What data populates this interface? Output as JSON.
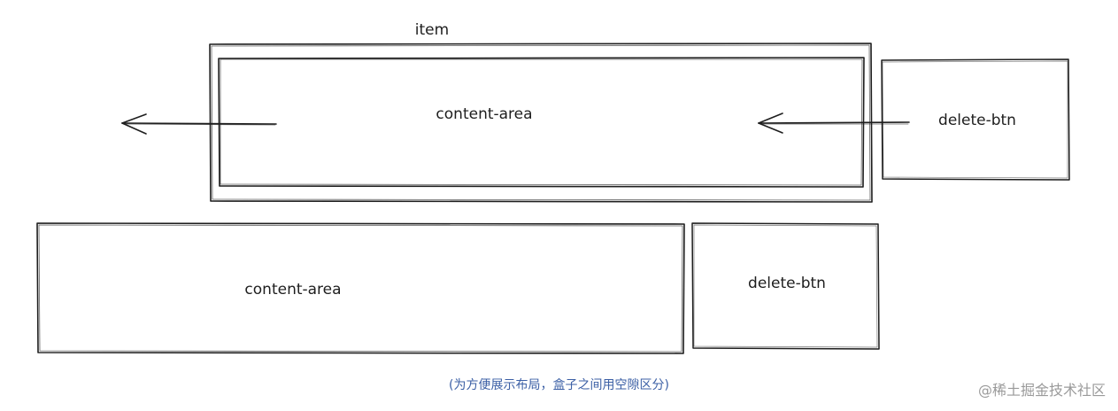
{
  "diagram": {
    "item_label": "item",
    "top_row": {
      "content_label": "content-area",
      "delete_label": "delete-btn"
    },
    "bottom_row": {
      "content_label": "content-area",
      "delete_label": "delete-btn"
    },
    "caption": "(为方便展示布局，盒子之间用空隙区分)",
    "watermark": "@稀土掘金技术社区"
  },
  "colors": {
    "stroke": "#1e1e1e",
    "caption": "#3b5fa5",
    "watermark": "#9a9a9a"
  }
}
